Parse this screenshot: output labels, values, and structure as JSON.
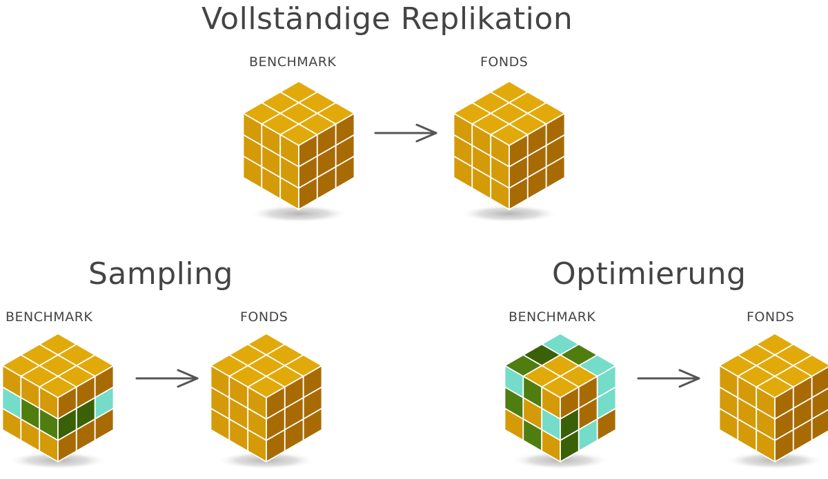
{
  "sections": {
    "full": {
      "title": "Vollständige Replikation",
      "benchmark_label": "BENCHMARK",
      "fund_label": "FONDS"
    },
    "sampling": {
      "title": "Sampling",
      "benchmark_label": "BENCHMARK",
      "fund_label": "FONDS"
    },
    "optimization": {
      "title": "Optimierung",
      "benchmark_label": "BENCHMARK",
      "fund_label": "FONDS"
    }
  },
  "colors": {
    "cube_top": "#e2a90a",
    "cube_left": "#d49a08",
    "cube_right": "#a86b04",
    "teal": "#74dcc8",
    "green": "#4f7d10",
    "green_dark": "#3a6008",
    "arrow": "#555555",
    "text": "#444444",
    "shadow": "#bfbfbf"
  },
  "icons": {
    "arrow": "right-arrow-icon",
    "cube": "cube-icon"
  }
}
